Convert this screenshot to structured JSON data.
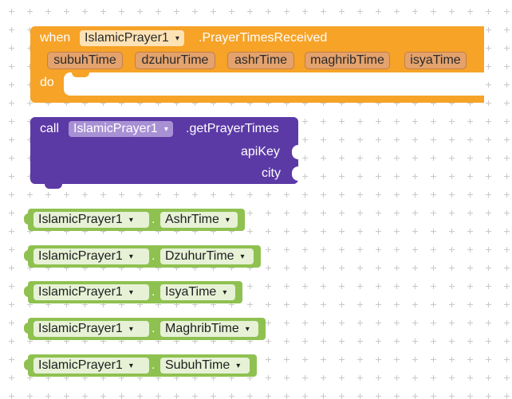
{
  "event_block": {
    "when_label": "when",
    "component": "IslamicPrayer1",
    "event_name": ".PrayerTimesReceived",
    "params": [
      "subuhTime",
      "dzuhurTime",
      "ashrTime",
      "maghribTime",
      "isyaTime"
    ],
    "do_label": "do",
    "color": "#f6a328"
  },
  "call_block": {
    "call_label": "call",
    "component": "IslamicPrayer1",
    "method": ".getPrayerTimes",
    "args": [
      "apiKey",
      "city"
    ],
    "color": "#5c3aa6"
  },
  "getter_blocks": [
    {
      "component": "IslamicPrayer1",
      "dot": ".",
      "property": "AshrTime"
    },
    {
      "component": "IslamicPrayer1",
      "dot": ".",
      "property": "DzuhurTime"
    },
    {
      "component": "IslamicPrayer1",
      "dot": ".",
      "property": "IsyaTime"
    },
    {
      "component": "IslamicPrayer1",
      "dot": ".",
      "property": "MaghribTime"
    },
    {
      "component": "IslamicPrayer1",
      "dot": ".",
      "property": "SubuhTime"
    }
  ],
  "getter_color": "#8fc150",
  "dropdown_arrow": "▾"
}
